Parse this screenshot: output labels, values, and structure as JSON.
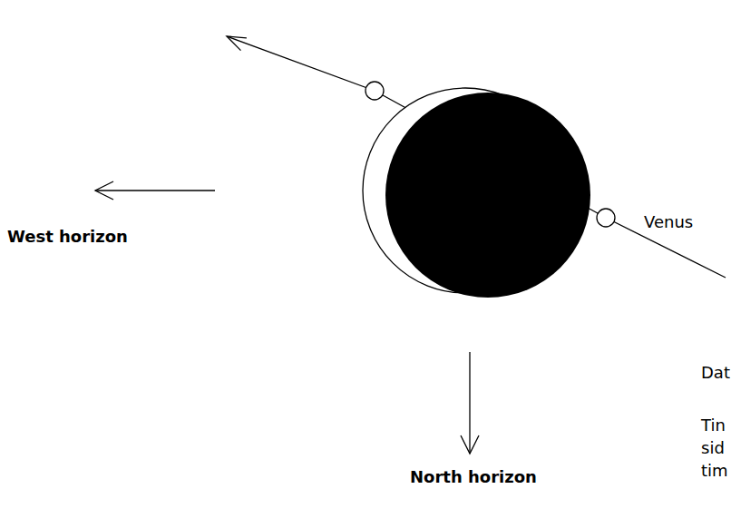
{
  "diagram": {
    "labels": [
      "West horizon",
      "North horizon",
      "Venus",
      "Dat",
      "Tin sid tim"
    ]
  }
}
